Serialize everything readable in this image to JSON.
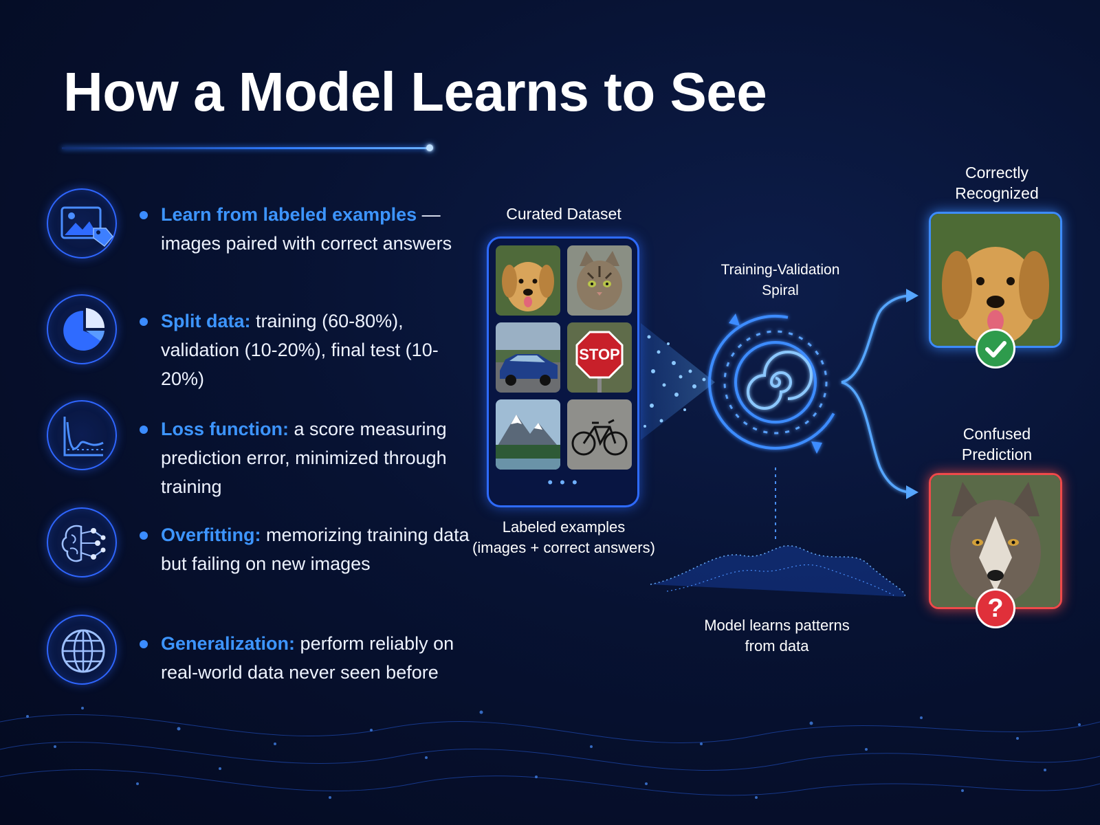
{
  "title": "How a Model Learns to See",
  "bullets": [
    {
      "key": "Learn from labeled examples",
      "rest": " — images paired with correct answers",
      "icon": "image-tag-icon"
    },
    {
      "key": "Split data:",
      "rest": " training (60-80%), validation (10-20%), final test (10-20%)",
      "icon": "pie-chart-icon"
    },
    {
      "key": "Loss function:",
      "rest": " a score measuring prediction error, minimized through training",
      "icon": "loss-curve-icon"
    },
    {
      "key": "Overfitting:",
      "rest": " memorizing training data but failing on new images",
      "icon": "brain-network-icon"
    },
    {
      "key": "Generalization:",
      "rest": " perform reliably on real-world data never seen before",
      "icon": "globe-icon"
    }
  ],
  "dataset": {
    "title": "Curated Dataset",
    "caption_line1": "Labeled examples",
    "caption_line2": "(images + correct answers)",
    "stop_sign_text": "STOP",
    "more_indicator": "• • •"
  },
  "spiral": {
    "label_line1": "Training-Validation",
    "label_line2": "Spiral"
  },
  "patterns": {
    "label_line1": "Model learns patterns",
    "label_line2": "from data"
  },
  "results": {
    "correct_line1": "Correctly",
    "correct_line2": "Recognized",
    "confused_line1": "Confused",
    "confused_line2": "Prediction",
    "question_mark": "?"
  },
  "colors": {
    "accent_blue": "#3d95ff",
    "success_green": "#2e9b4c",
    "error_red": "#e0303a",
    "background": "#071232"
  }
}
